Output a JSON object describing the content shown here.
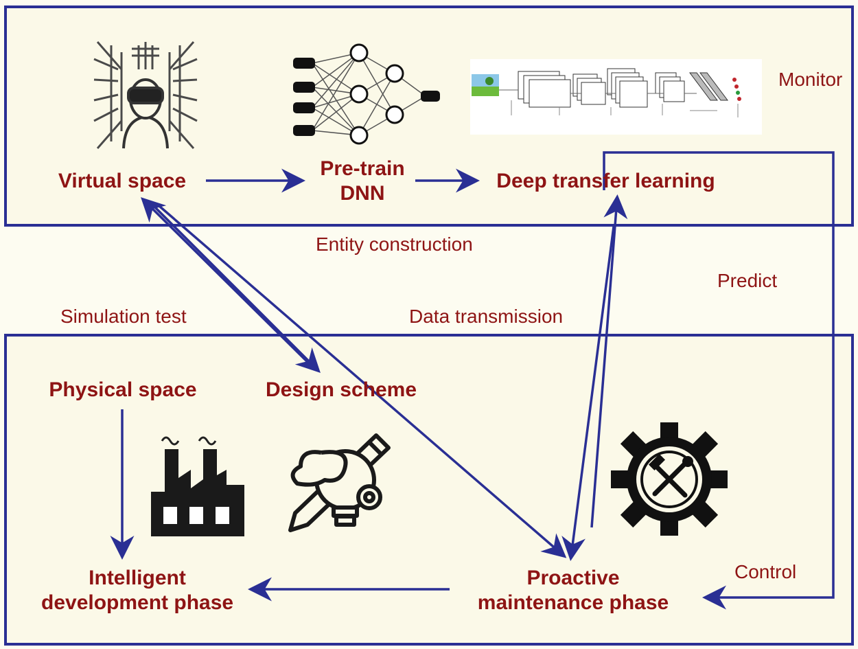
{
  "nodes": {
    "virtual_space": "Virtual space",
    "pretrain_dnn_line1": "Pre-train",
    "pretrain_dnn_line2": "DNN",
    "deep_transfer_learning": "Deep transfer learning",
    "physical_space": "Physical space",
    "design_scheme": "Design scheme",
    "intelligent_line1": "Intelligent",
    "intelligent_line2": "development phase",
    "proactive_line1": "Proactive",
    "proactive_line2": "maintenance phase"
  },
  "edge_labels": {
    "monitor": "Monitor",
    "entity_construction": "Entity construction",
    "predict": "Predict",
    "simulation_test": "Simulation test",
    "data_transmission": "Data transmission",
    "control": "Control"
  },
  "icons": [
    "vr-headset-person-icon",
    "neural-network-icon",
    "cnn-architecture-icon",
    "factory-icon",
    "design-lightbulb-pencil-icon",
    "gear-wrench-hammer-icon"
  ],
  "colors": {
    "border": "#2a2f94",
    "arrow": "#2a2f94",
    "text": "#8e1414",
    "background": "#fbf9e8"
  }
}
